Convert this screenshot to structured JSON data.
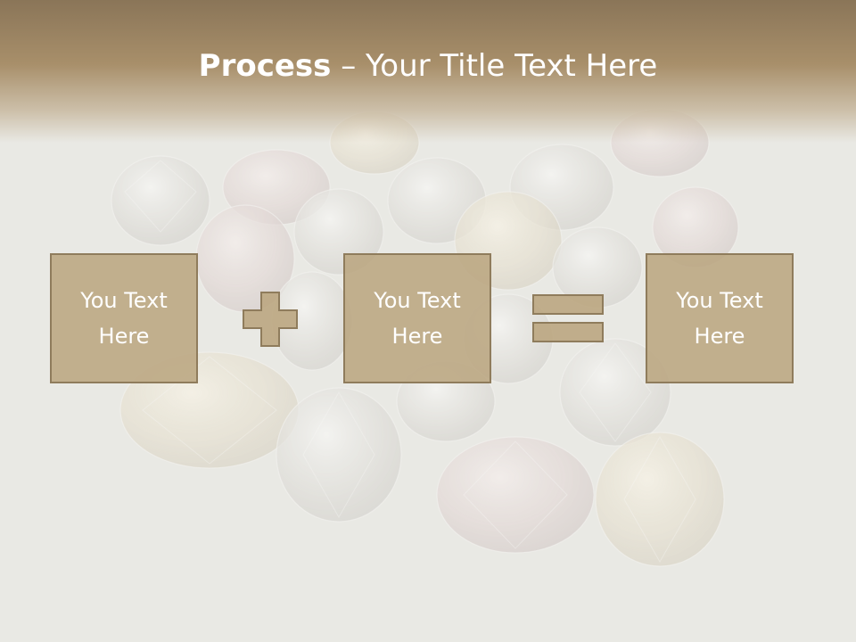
{
  "title": {
    "bold": "Process",
    "separator": " – ",
    "rest": "Your Title Text Here"
  },
  "boxes": [
    {
      "text": "You Text Here"
    },
    {
      "text": "You Text Here"
    },
    {
      "text": "You Text Here"
    }
  ],
  "operators": [
    "plus-icon",
    "equals-icon"
  ],
  "colors": {
    "header": "#a88f6a",
    "box_fill": "#bba681",
    "box_border": "#8f7c5c",
    "text": "#ffffff"
  }
}
